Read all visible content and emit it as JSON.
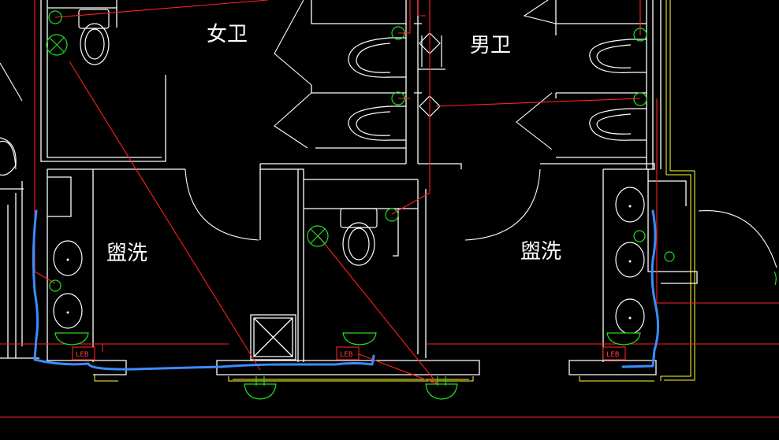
{
  "rooms": {
    "women": "女卫",
    "men": "男卫",
    "wash_left": "盥洗",
    "wash_right": "盥洗"
  },
  "leb": [
    "LEB",
    "LEB",
    "LEB"
  ],
  "colors": {
    "background": "#000000",
    "walls": "#ffffff",
    "wiring": "#ff2020",
    "water_pipe": "#3a8dff",
    "outline": "#ffff33",
    "devices": "#22dd22"
  }
}
